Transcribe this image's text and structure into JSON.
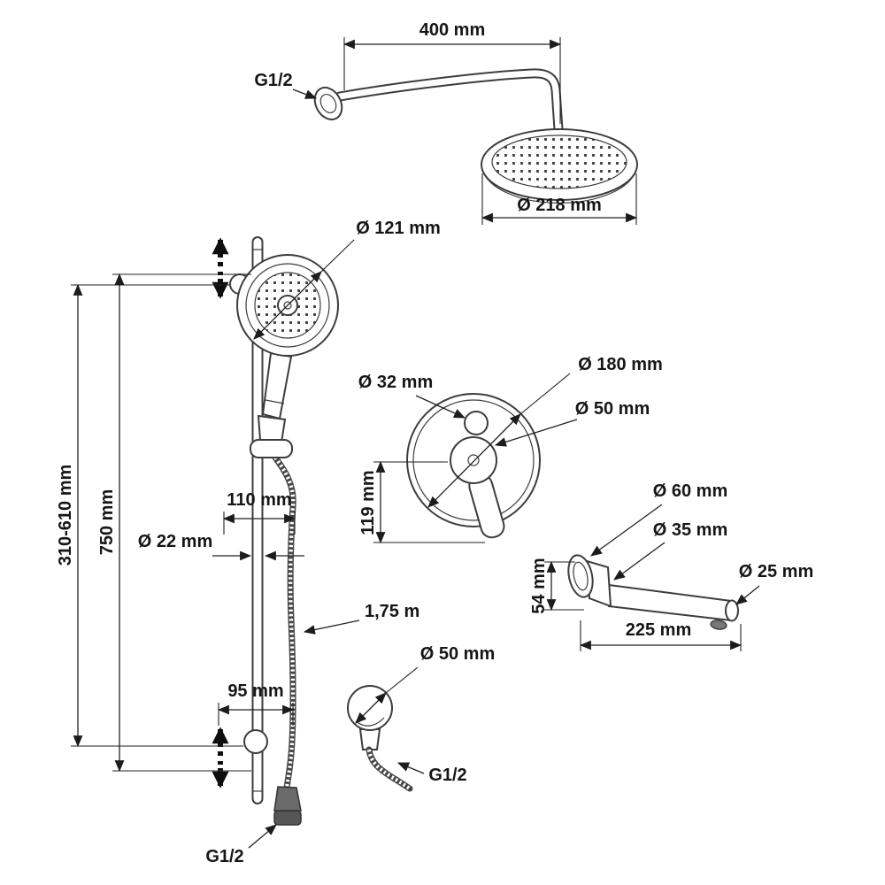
{
  "labels": {
    "arm_length": "400 mm",
    "top_connection": "G1/2",
    "rain_head_diameter": "Ø 218 mm",
    "hand_shower_diameter": "Ø 121 mm",
    "bar_adjust_range": "310-610 mm",
    "bar_length": "750 mm",
    "holder_offset": "110 mm",
    "bar_diameter": "Ø 22 mm",
    "hose_length": "1,75 m",
    "bottom_offset": "95 mm",
    "hose_connection": "G1/2",
    "mixer_knob_diameter": "Ø 32 mm",
    "mixer_plate_diameter": "Ø 180 mm",
    "mixer_handle_diameter": "Ø 50 mm",
    "mixer_height": "119 mm",
    "spout_flange_diameter": "Ø 60 mm",
    "spout_body_diameter": "Ø 35 mm",
    "spout_pipe_diameter": "Ø 25 mm",
    "spout_drop": "54 mm",
    "spout_length": "225 mm",
    "outlet_diameter": "Ø 50 mm",
    "outlet_connection": "G1/2"
  }
}
